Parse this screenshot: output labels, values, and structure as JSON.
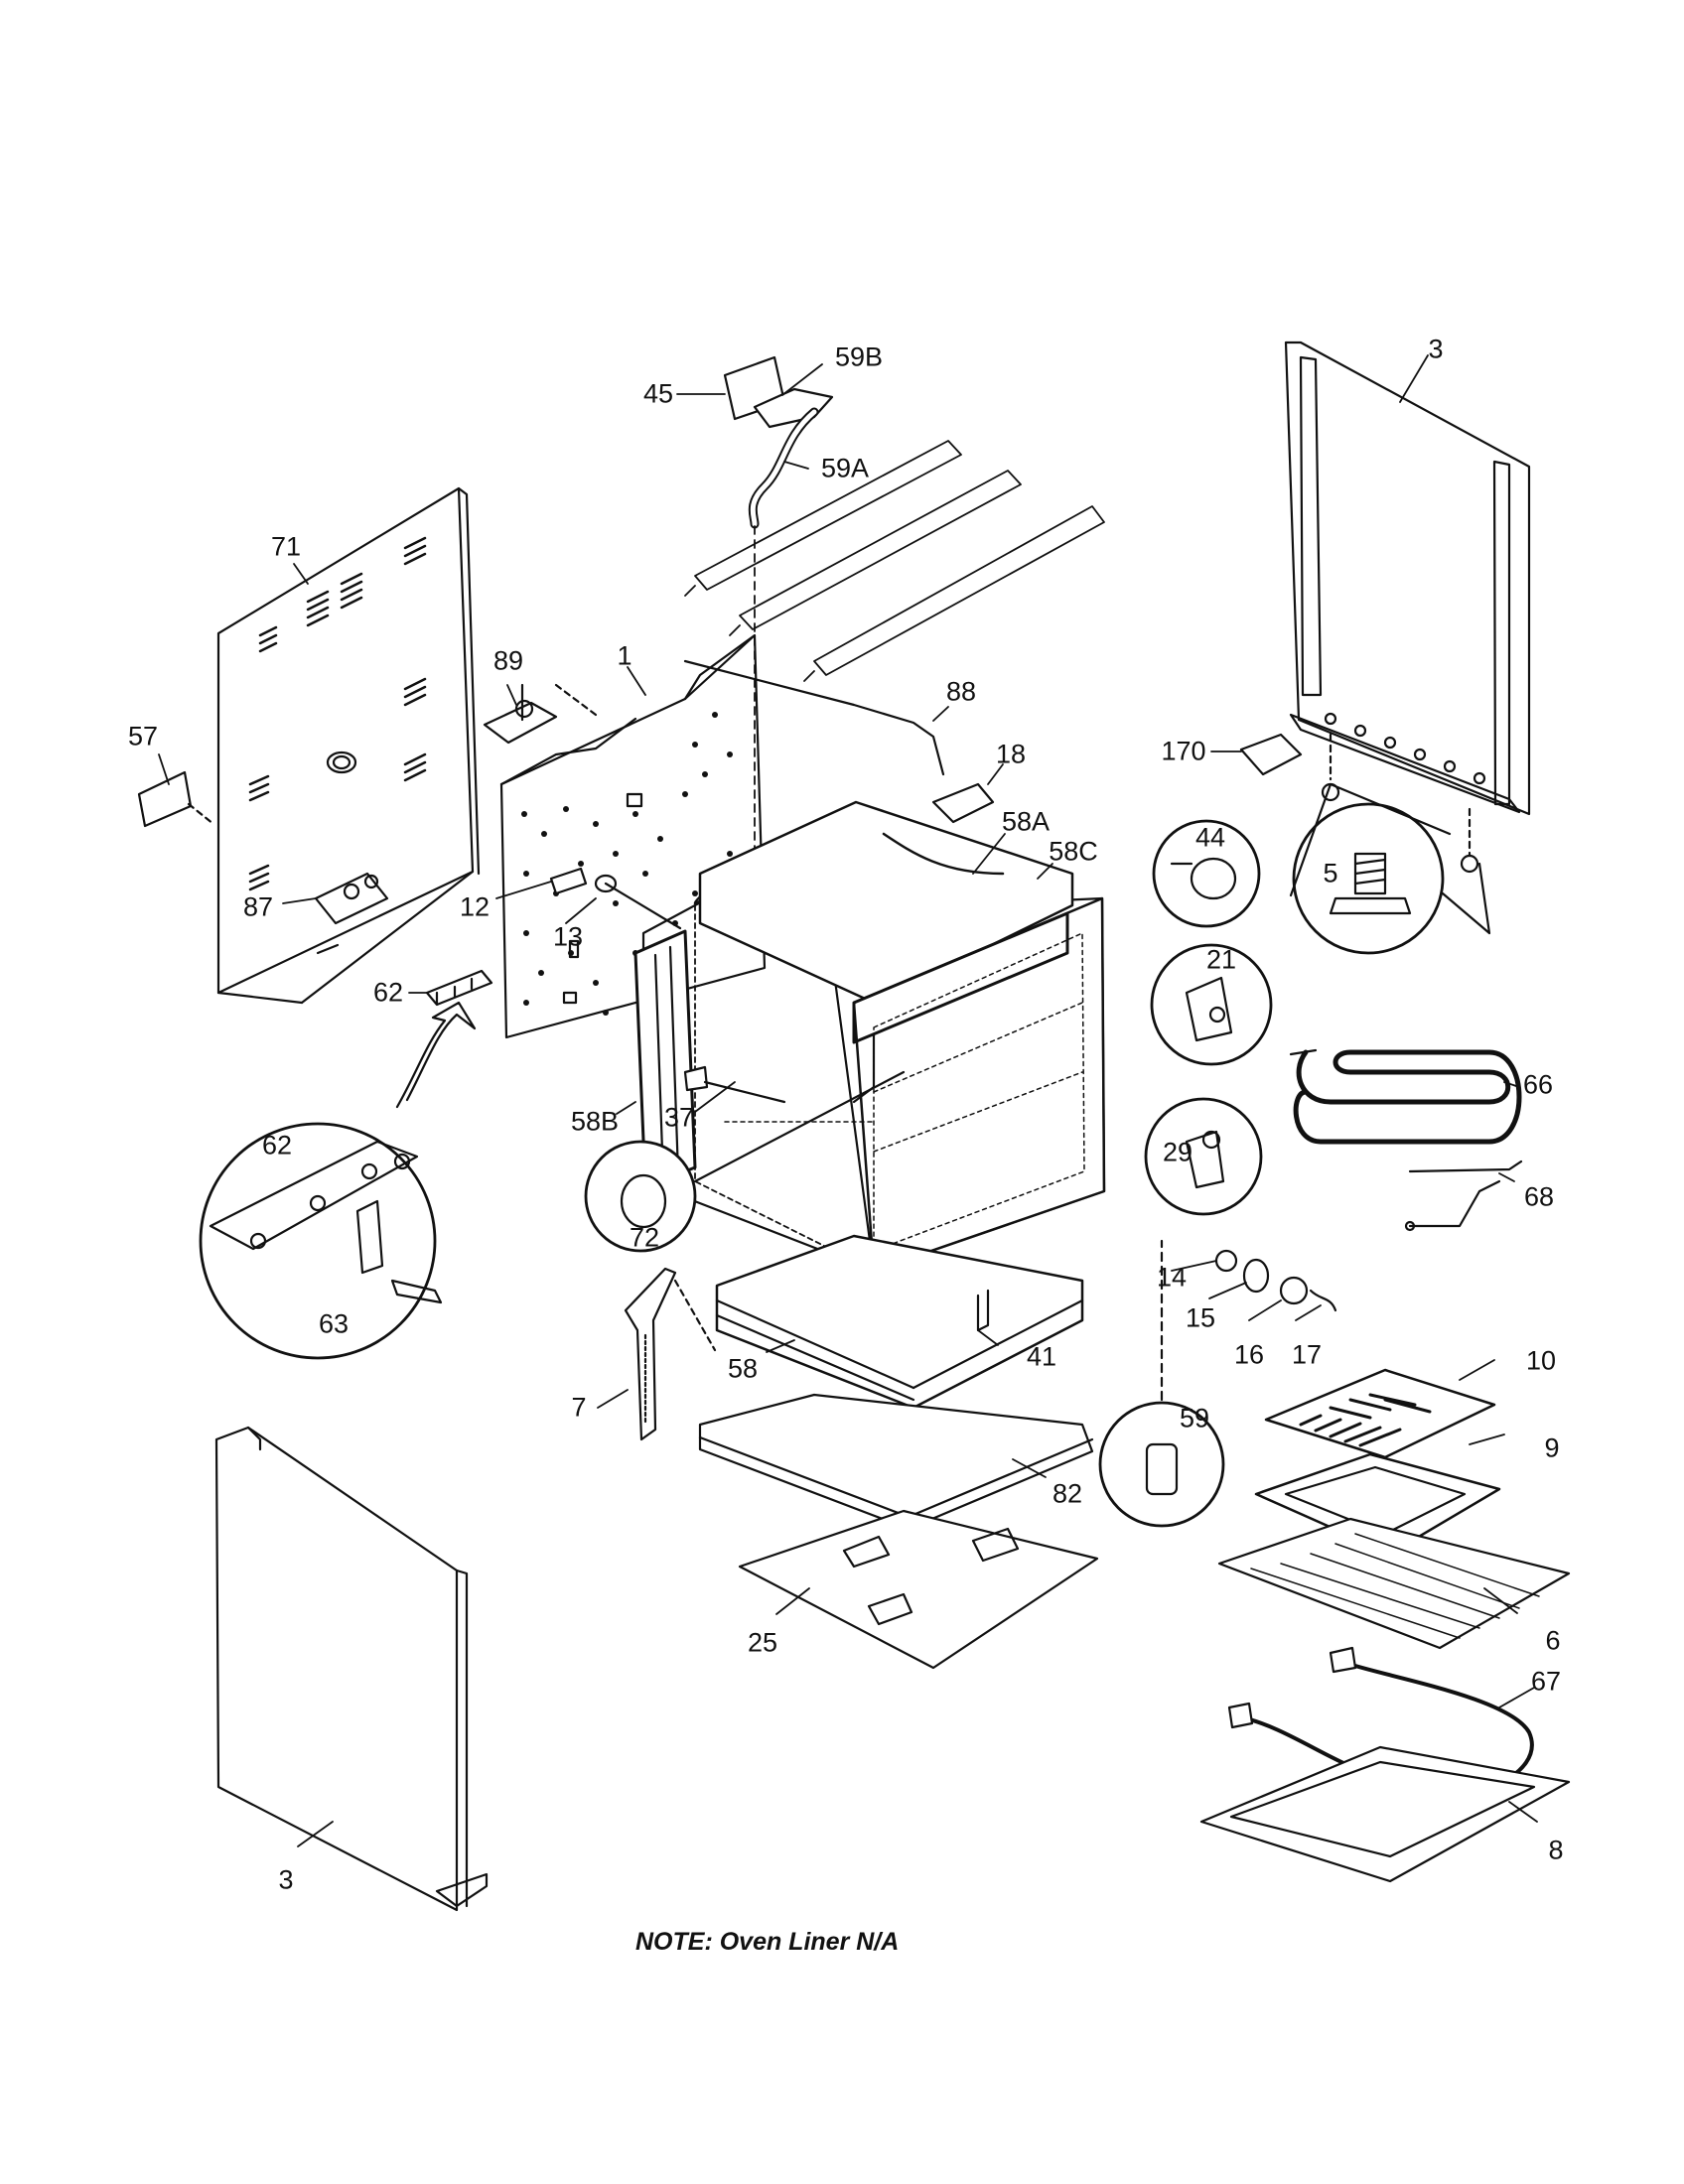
{
  "callouts": {
    "c45": "45",
    "c59b": "59B",
    "c59a": "59A",
    "c3_top": "3",
    "c71": "71",
    "c57": "57",
    "c89": "89",
    "c1": "1",
    "c88": "88",
    "c18": "18",
    "c170": "170",
    "c58a": "58A",
    "c58c": "58C",
    "c44": "44",
    "c5": "5",
    "c87": "87",
    "c12": "12",
    "c13": "13",
    "c21": "21",
    "c62": "62",
    "c66": "66",
    "c58b": "58B",
    "c37": "37",
    "c62_detail": "62",
    "c29": "29",
    "c68": "68",
    "c72": "72",
    "c14": "14",
    "c15": "15",
    "c16": "16",
    "c17": "17",
    "c63": "63",
    "c41": "41",
    "c10": "10",
    "c58": "58",
    "c7": "7",
    "c59": "59",
    "c9": "9",
    "c82": "82",
    "c6": "6",
    "c25": "25",
    "c67": "67",
    "c8": "8",
    "c3_bottom": "3"
  },
  "note": "NOTE:  Oven Liner N/A"
}
